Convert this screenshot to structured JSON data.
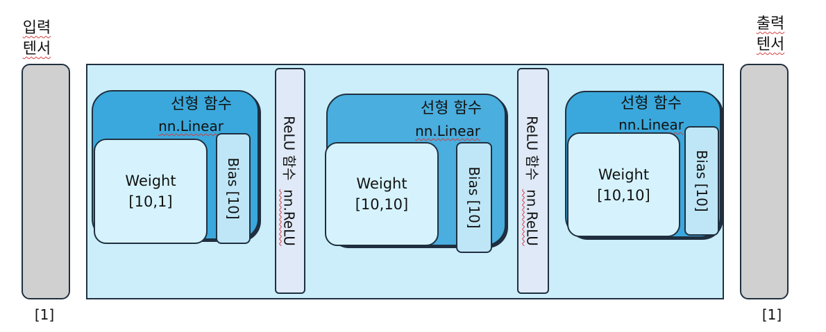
{
  "input": {
    "label_line1": "입력",
    "label_line2": "텐서",
    "dim": "[1]"
  },
  "output": {
    "label_line1": "출력",
    "label_line2": "텐서",
    "dim": "[1]"
  },
  "layers": [
    {
      "title": "선형 함수",
      "subtitle": "nn.Linear",
      "weight_label": "Weight",
      "weight_shape": "[10,1]",
      "bias_label": "Bias [10]"
    },
    {
      "title": "선형 함수",
      "subtitle": "nn.Linear",
      "weight_label": "Weight",
      "weight_shape": "[10,10]",
      "bias_label": "Bias [10]"
    },
    {
      "title": "선형 함수",
      "subtitle": "nn.Linear",
      "weight_label": "Weight",
      "weight_shape": "[10,10]",
      "bias_label": "Bias [10]"
    }
  ],
  "activations": [
    {
      "name": "ReLU 함수",
      "module": "nn.ReLU"
    },
    {
      "name": "ReLU 함수",
      "module": "nn.ReLU"
    }
  ],
  "colors": {
    "network_bg": "#cbeefa",
    "linear_dark": "#3aa8dc",
    "linear_mid": "#4aaede",
    "weight_bg": "#d6f3fd",
    "bias_bg": "#bfe6f6",
    "relu_bg": "#dfe9f7",
    "tensor_bg": "#d0d0d0"
  }
}
